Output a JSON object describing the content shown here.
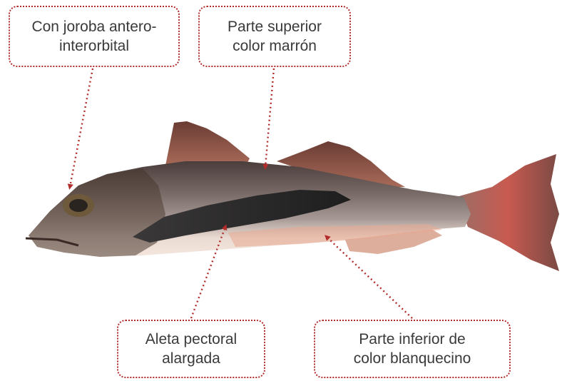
{
  "labels": {
    "hump": {
      "line1": "Con joroba antero-",
      "line2": "interorbital"
    },
    "upper": {
      "line1": "Parte superior",
      "line2": "color marrón"
    },
    "fin": {
      "line1": "Aleta pectoral",
      "line2": "alargada"
    },
    "lower": {
      "line1": "Parte inferior de",
      "line2": "color blanquecino"
    }
  },
  "colors": {
    "callout": "#b22c2c",
    "text": "#3a3a3a",
    "body_dark": "#5a4a45",
    "belly": "#e8dcd4",
    "pectoral_fin": "#2b2b2b",
    "fin_red": "#c8504a"
  }
}
